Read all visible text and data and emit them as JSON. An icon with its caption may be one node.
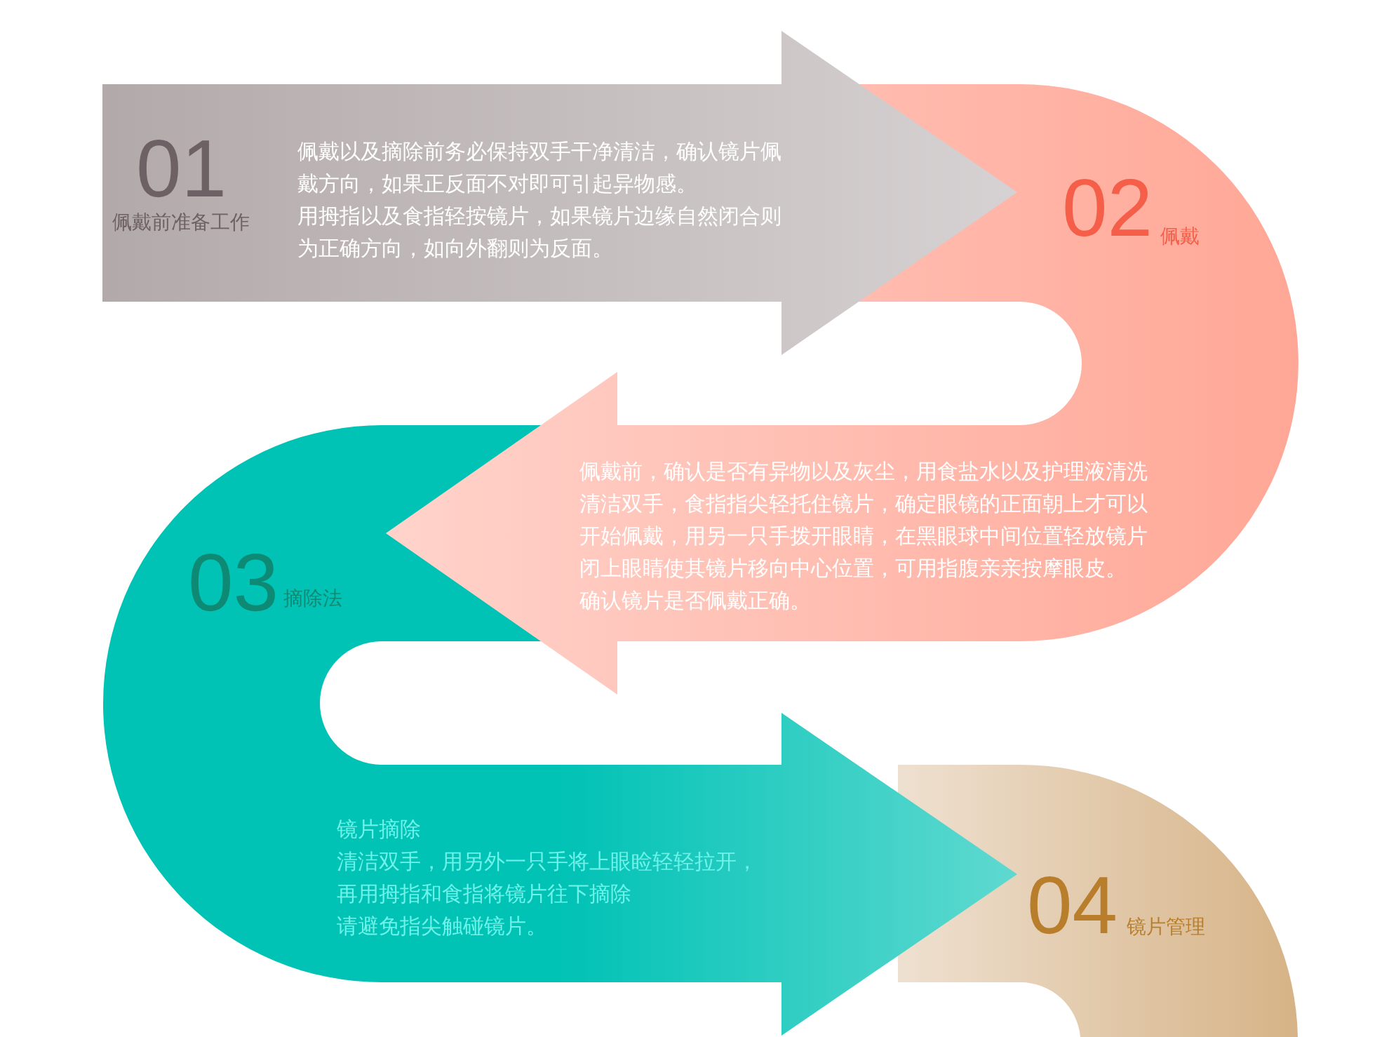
{
  "diagram": {
    "nodes": [
      {
        "text": [
          "01",
          "佩戴前准备工作",
          "佩戴以及摘除前务必保持双手干净清洁，确认镜片佩戴方向，如果正反面不对即可引起异物感。",
          "用拇指以及食指轻按镜片，如果镜片边缘自然闭合则为正确方向，如向外翻则为反面。"
        ]
      },
      {
        "text": [
          "02",
          "佩戴",
          "佩戴前，确认是否有异物以及灰尘，用食盐水以及护理液清洗清洁双手，食指指尖轻托住镜片，确定眼镜的正面朝上才可以开始佩戴，用另一只手拨开眼睛，在黑眼球中间位置轻放镜片闭上眼睛使其镜片移向中心位置，可用指腹亲亲按摩眼皮。",
          "确认镜片是否佩戴正确。"
        ]
      },
      {
        "text": [
          "03",
          "摘除法",
          "镜片摘除",
          "清洁双手，用另外一只手将上眼睑轻轻拉开，",
          "再用拇指和食指将镜片往下摘除",
          "请避免指尖触碰镜片。"
        ]
      },
      {
        "text": [
          "04",
          "镜片管理"
        ]
      }
    ]
  }
}
